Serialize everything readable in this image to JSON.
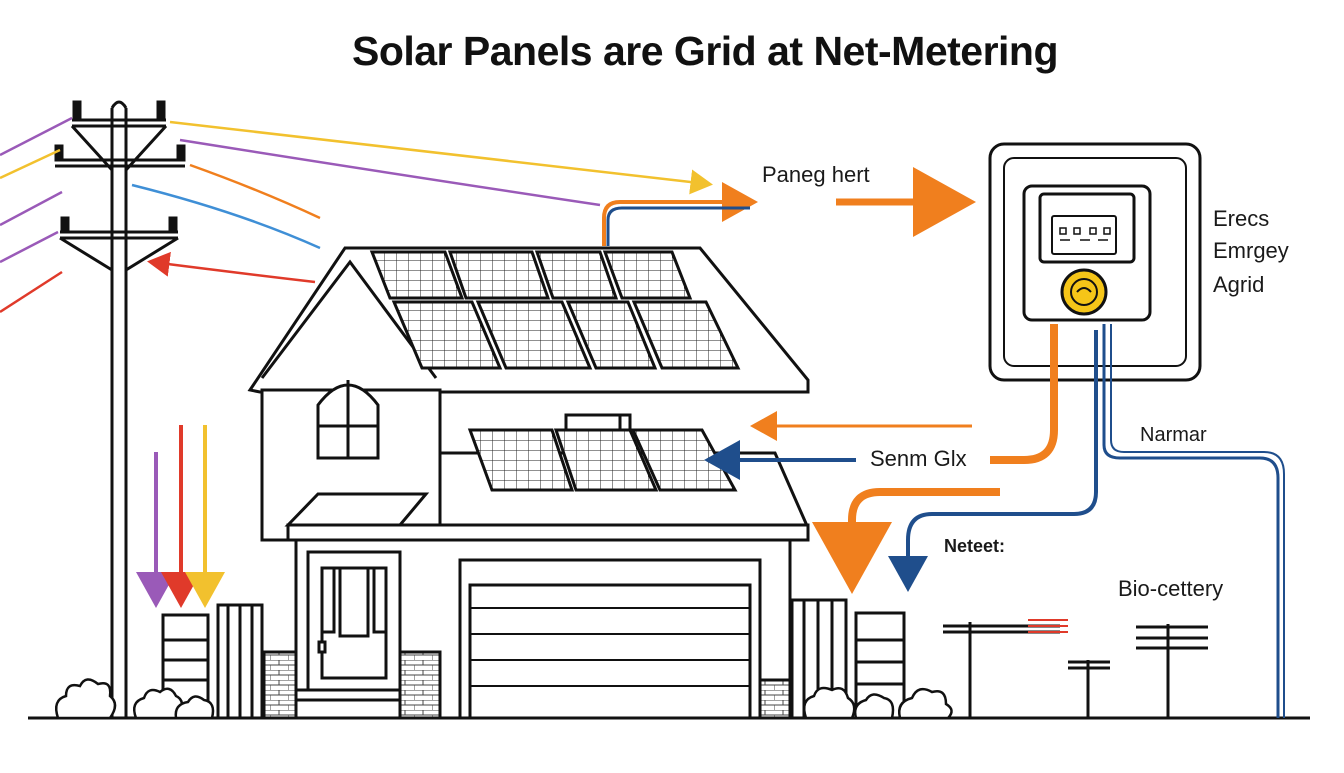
{
  "title": "Solar Panels are Grid at Net-Metering",
  "labels": {
    "paneg_hert": "Paneg hert",
    "erecs": "Erecs",
    "emrgey": "Emrgey",
    "agrid": "Agrid",
    "narmar": "Narmar",
    "senm_glx": "Senm Glx",
    "neteet": "Neteet:",
    "bio_cettery": "Bio-cettery"
  },
  "colors": {
    "orange": "#f07f1e",
    "navy": "#1f4e8c",
    "red": "#e03a2a",
    "yellow": "#f2c12e",
    "purple": "#9a5ab8",
    "blue": "#3f8fd6",
    "meter_dial": "#f5c518"
  }
}
